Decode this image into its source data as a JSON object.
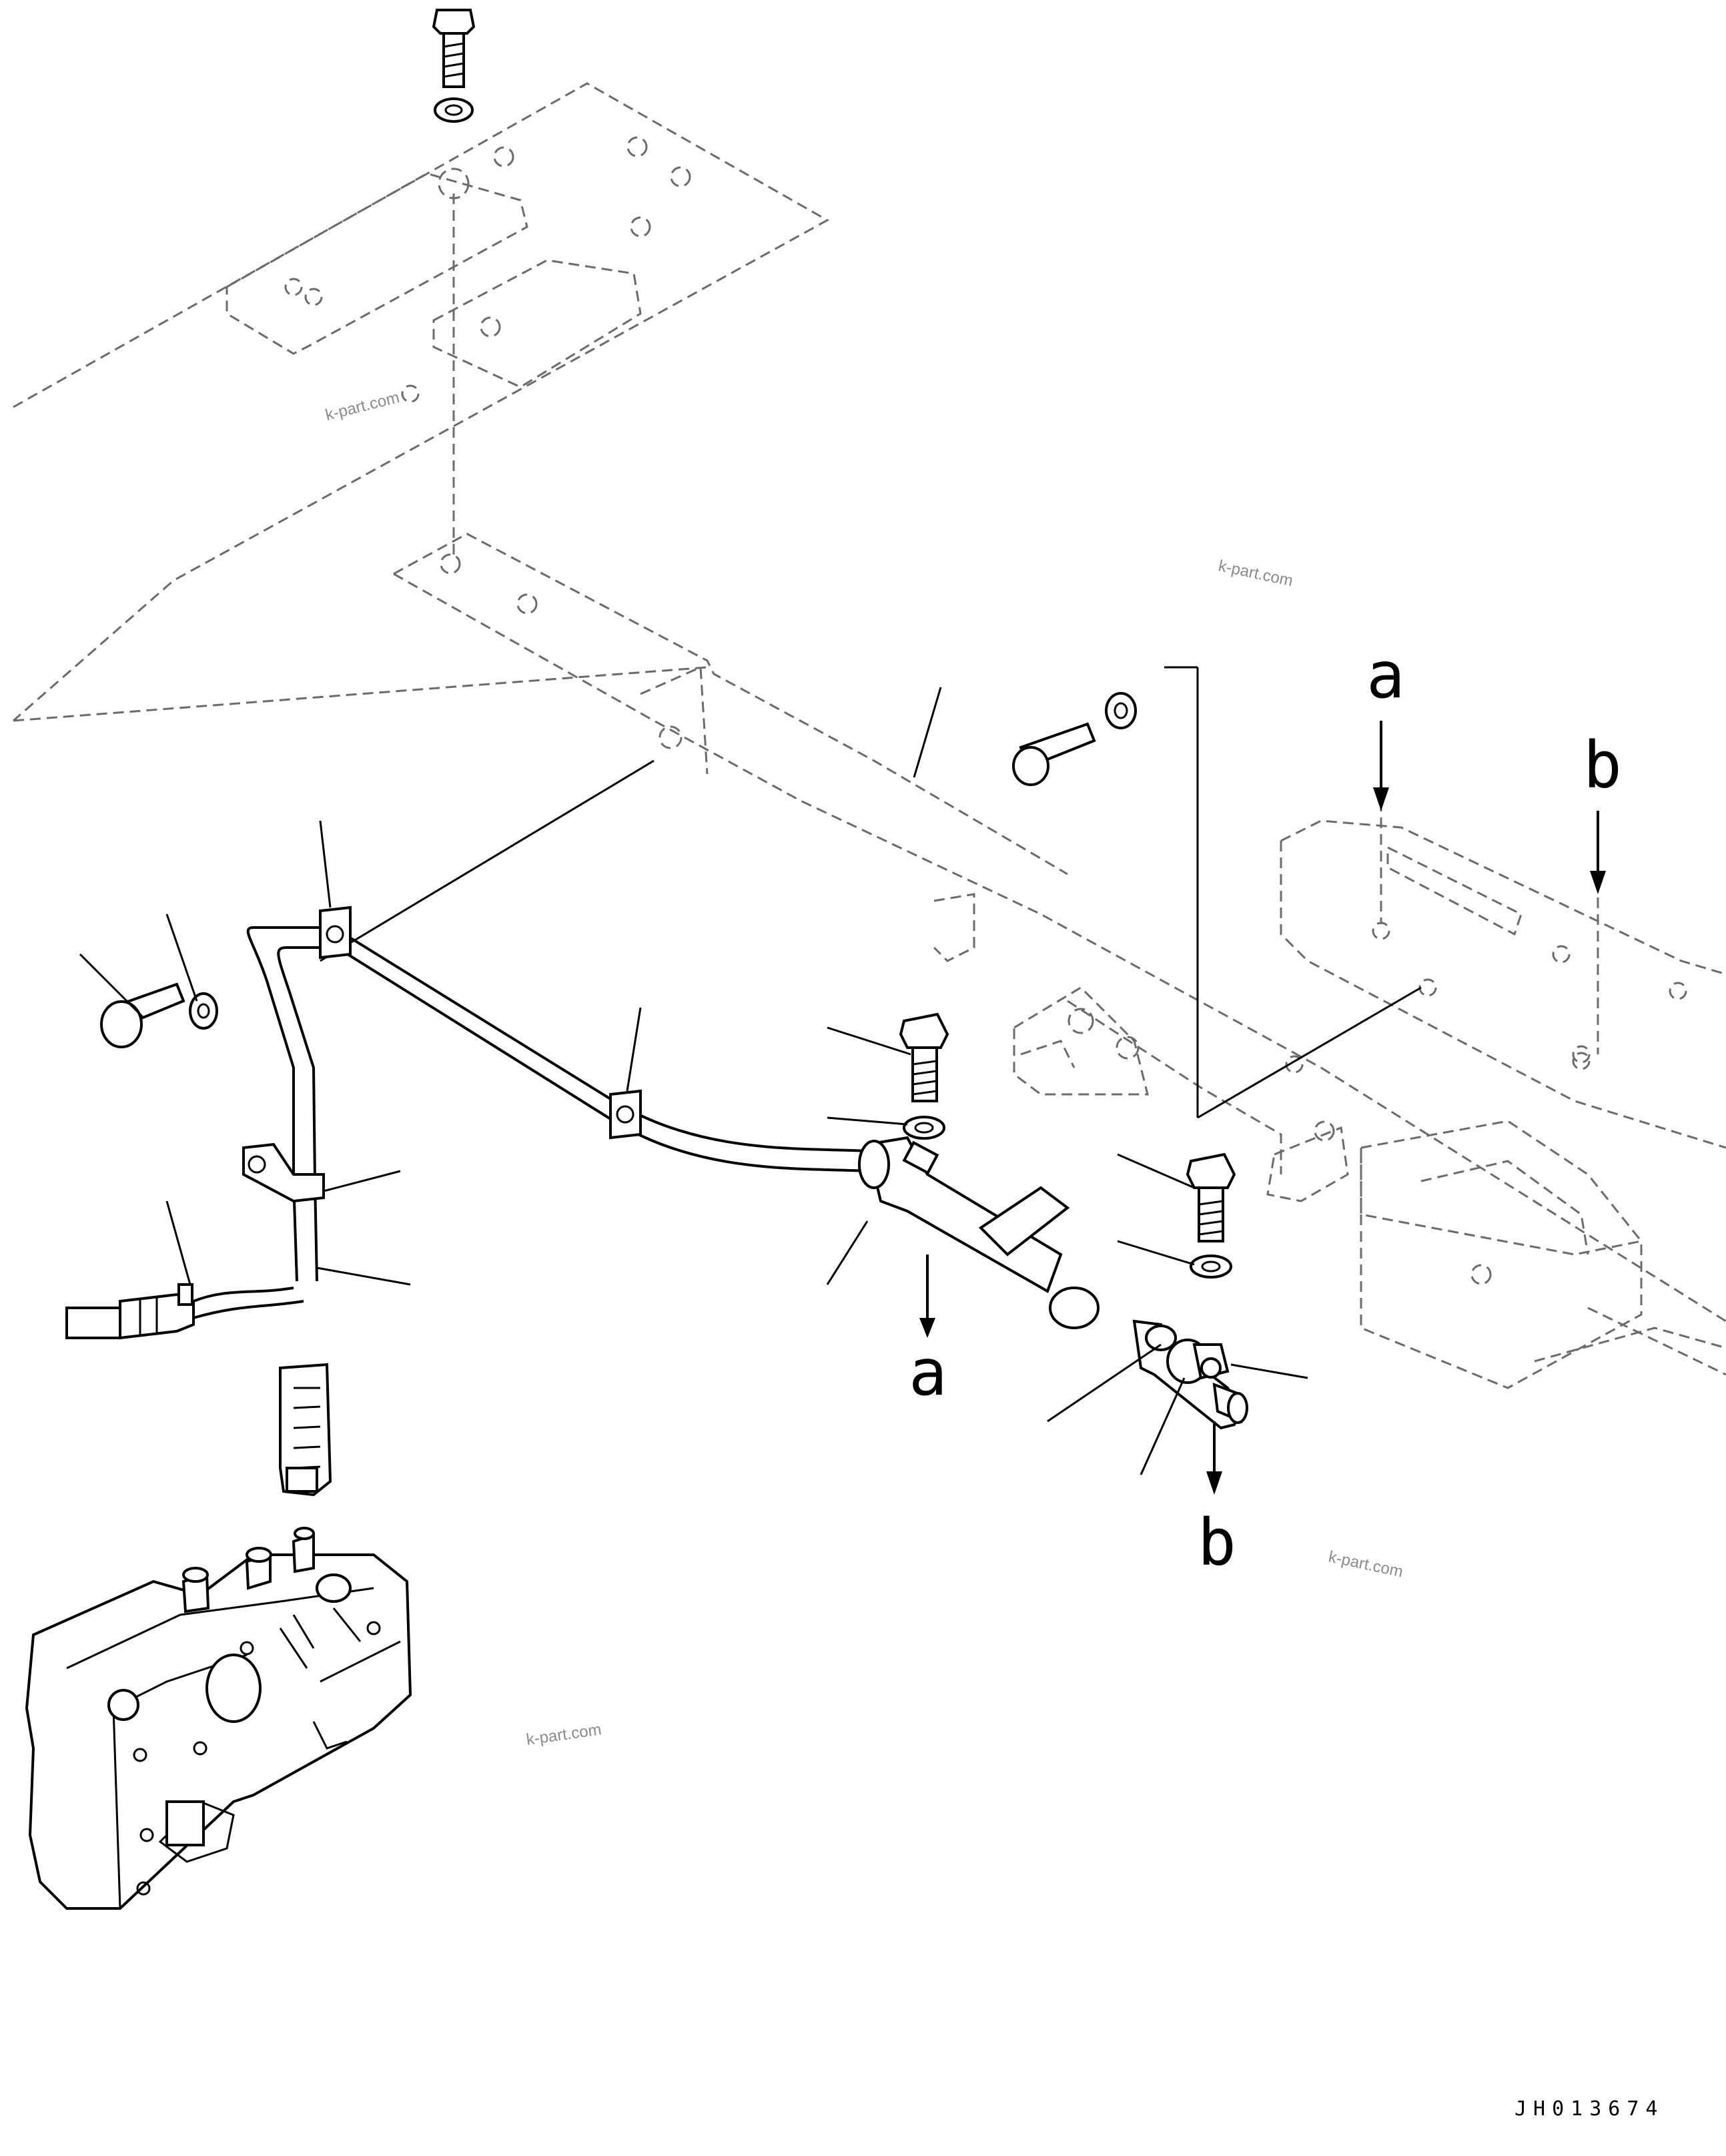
{
  "diagram": {
    "reference_letters": [
      "a",
      "b",
      "a",
      "b"
    ],
    "watermarks": [
      "k-part.com",
      "k-part.com",
      "k-part.com",
      "k-part.com"
    ],
    "drawing_number": "JH013674",
    "colors": {
      "line": "#000000",
      "hidden_line": "#6b6b6b",
      "watermark": "#8a8a8a",
      "background": "#ffffff"
    }
  }
}
